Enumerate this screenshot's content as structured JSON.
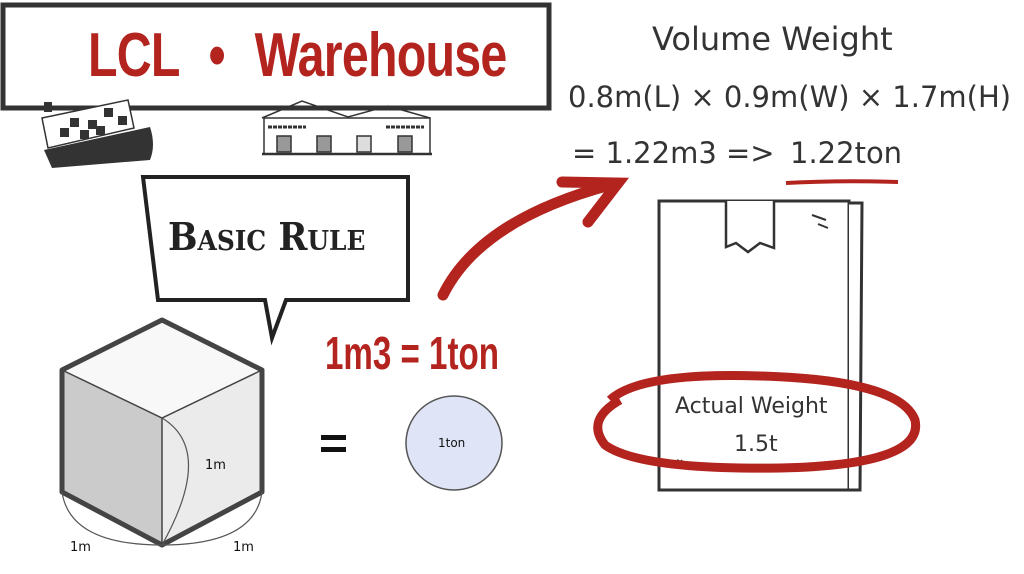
{
  "title": {
    "left": "LCL",
    "separator": "•",
    "right": "Warehouse"
  },
  "speech_bubble": {
    "label": "Basic Rule"
  },
  "rule": {
    "text": "1m3 = 1ton",
    "cube_labels": {
      "height": "1m",
      "left": "1m",
      "right": "1m"
    },
    "equals": "=",
    "circle_label": "1ton"
  },
  "volume_weight": {
    "heading": "Volume Weight",
    "formula": "0.8m(L) × 0.9m(W) × 1.7m(H)",
    "result_prefix": "= 1.22m3   =>",
    "result_value": "1.22ton"
  },
  "actual_weight": {
    "label": "Actual Weight",
    "value": "1.5t"
  },
  "colors": {
    "accent": "#b3241f",
    "ink": "#333333",
    "circle_fill": "#dfe5f7"
  }
}
